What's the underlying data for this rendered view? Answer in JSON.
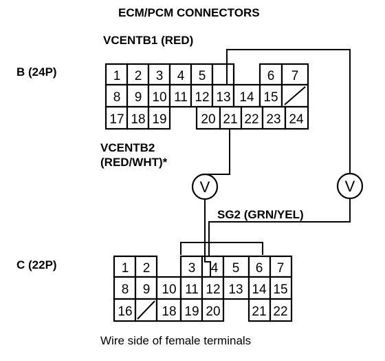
{
  "title": "ECM/PCM CONNECTORS",
  "labels": {
    "vcentb1": "VCENTB1 (RED)",
    "vcentb2_line1": "VCENTB2",
    "vcentb2_line2": "(RED/WHT)*",
    "sg2": "SG2 (GRN/YEL)",
    "connector_b": "B (24P)",
    "connector_c": "C (22P)",
    "caption": "Wire side of female terminals"
  },
  "meter_symbol": "V",
  "connector_b": {
    "rows": [
      [
        "1",
        "2",
        "3",
        "4",
        "5",
        "",
        "6",
        "7"
      ],
      [
        "8",
        "9",
        "10",
        "11",
        "12",
        "13",
        "14",
        "15",
        "/"
      ],
      [
        "17",
        "18",
        "19",
        "",
        "20",
        "21",
        "22",
        "23",
        "24"
      ]
    ]
  },
  "connector_c": {
    "rows": [
      [
        "1",
        "2",
        "",
        "3",
        "4",
        "5",
        "6",
        "7"
      ],
      [
        "8",
        "9",
        "10",
        "11",
        "12",
        "13",
        "14",
        "15"
      ],
      [
        "16",
        "/",
        "18",
        "19",
        "20",
        "",
        "21",
        "22"
      ]
    ]
  }
}
